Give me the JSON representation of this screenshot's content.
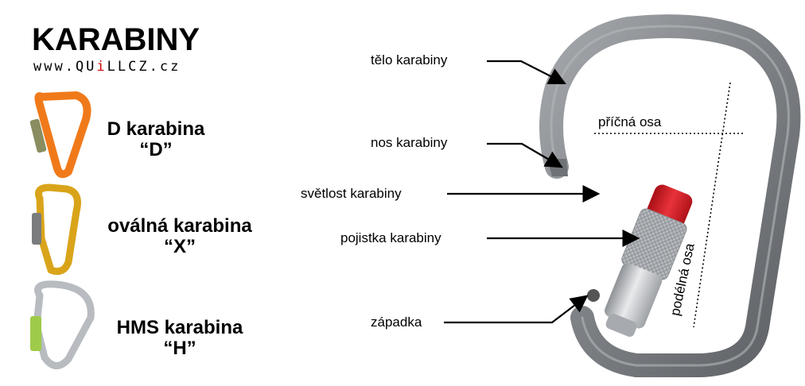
{
  "header": {
    "title": "KARABINY",
    "url_prefix": "www.QU",
    "url_highlight": "i",
    "url_suffix": "LLCZ.cz"
  },
  "types": [
    {
      "name": "D karabina",
      "code": "“D”",
      "color": "#f07a1a"
    },
    {
      "name": "oválná karabina",
      "code": "“X”",
      "color": "#d9a41a"
    },
    {
      "name": "HMS karabina",
      "code": "“H”",
      "color": "#b8bcc0"
    }
  ],
  "parts": {
    "body": "tělo karabiny",
    "nose": "nos karabiny",
    "opening": "světlost karabiny",
    "lock": "pojistka karabiny",
    "latch": "západka"
  },
  "axes": {
    "minor": "příčná osa",
    "major": "podélná osa"
  },
  "colors": {
    "carabiner_body": "#8a8d91",
    "lock_red": "#d8161f",
    "sleeve": "#c9ccd0"
  }
}
